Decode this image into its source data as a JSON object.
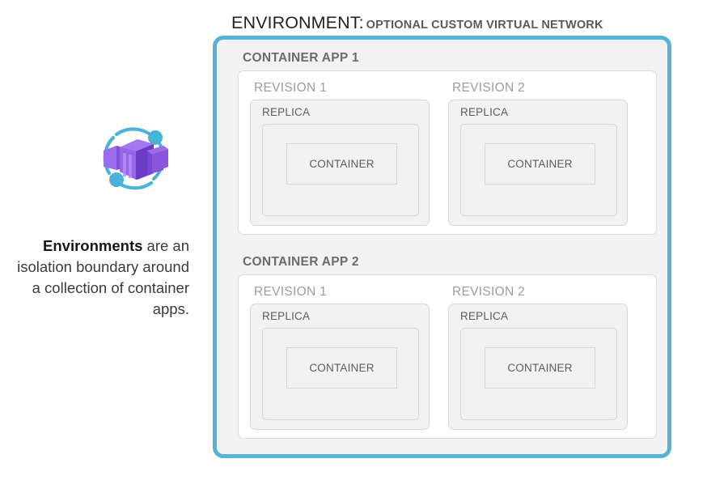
{
  "colors": {
    "environment_border": "#55b3d5",
    "environment_fill": "#f2f2f2",
    "app_fill": "#ffffff",
    "box_border": "#d8d8d8",
    "app_title_text": "#6b6b6b",
    "revision_title_text": "#9d9d9d",
    "body_text": "#5d5d5d",
    "logo_purple_dark": "#6a3cc4",
    "logo_purple_mid": "#8050d8",
    "logo_purple_light": "#9b6ced",
    "logo_accent_blue": "#4bb3d8"
  },
  "heading": {
    "main": "ENVIRONMENT:",
    "sub": "OPTIONAL CUSTOM VIRTUAL NETWORK"
  },
  "left_panel": {
    "logo_icon_name": "azure-container-apps-logo",
    "caption_strong": "Environments",
    "caption_rest": " are an isolation boundary around a collection of container apps."
  },
  "environment": {
    "apps": [
      {
        "title": "CONTAINER APP 1",
        "revisions": [
          {
            "title": "REVISION 1",
            "replica_label": "REPLICA",
            "container_label": "CONTAINER"
          },
          {
            "title": "REVISION 2",
            "replica_label": "REPLICA",
            "container_label": "CONTAINER"
          }
        ]
      },
      {
        "title": "CONTAINER APP 2",
        "revisions": [
          {
            "title": "REVISION 1",
            "replica_label": "REPLICA",
            "container_label": "CONTAINER"
          },
          {
            "title": "REVISION 2",
            "replica_label": "REPLICA",
            "container_label": "CONTAINER"
          }
        ]
      }
    ]
  }
}
